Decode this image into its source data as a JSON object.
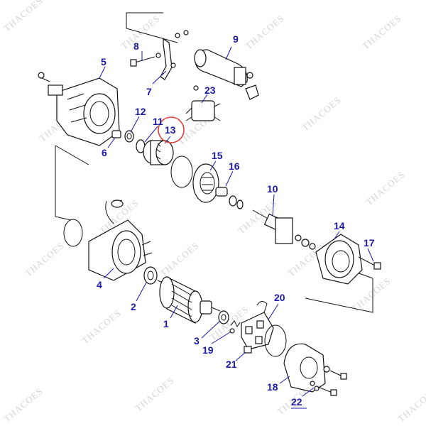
{
  "watermark": "THACOES",
  "colors": {
    "label": "#1a1aa6",
    "highlight": "#e0403a",
    "line": "#111111"
  },
  "highlighted_part": "13",
  "labels": {
    "p1": "1",
    "p2": "2",
    "p3": "3",
    "p4": "4",
    "p5": "5",
    "p6": "6",
    "p7": "7",
    "p8": "8",
    "p9": "9",
    "p10": "10",
    "p11": "11",
    "p12": "12",
    "p13": "13",
    "p14": "14",
    "p15": "15",
    "p16": "16",
    "p17": "17",
    "p18": "18",
    "p19": "19",
    "p20": "20",
    "p21": "21",
    "p22": "22",
    "p23": "23"
  }
}
